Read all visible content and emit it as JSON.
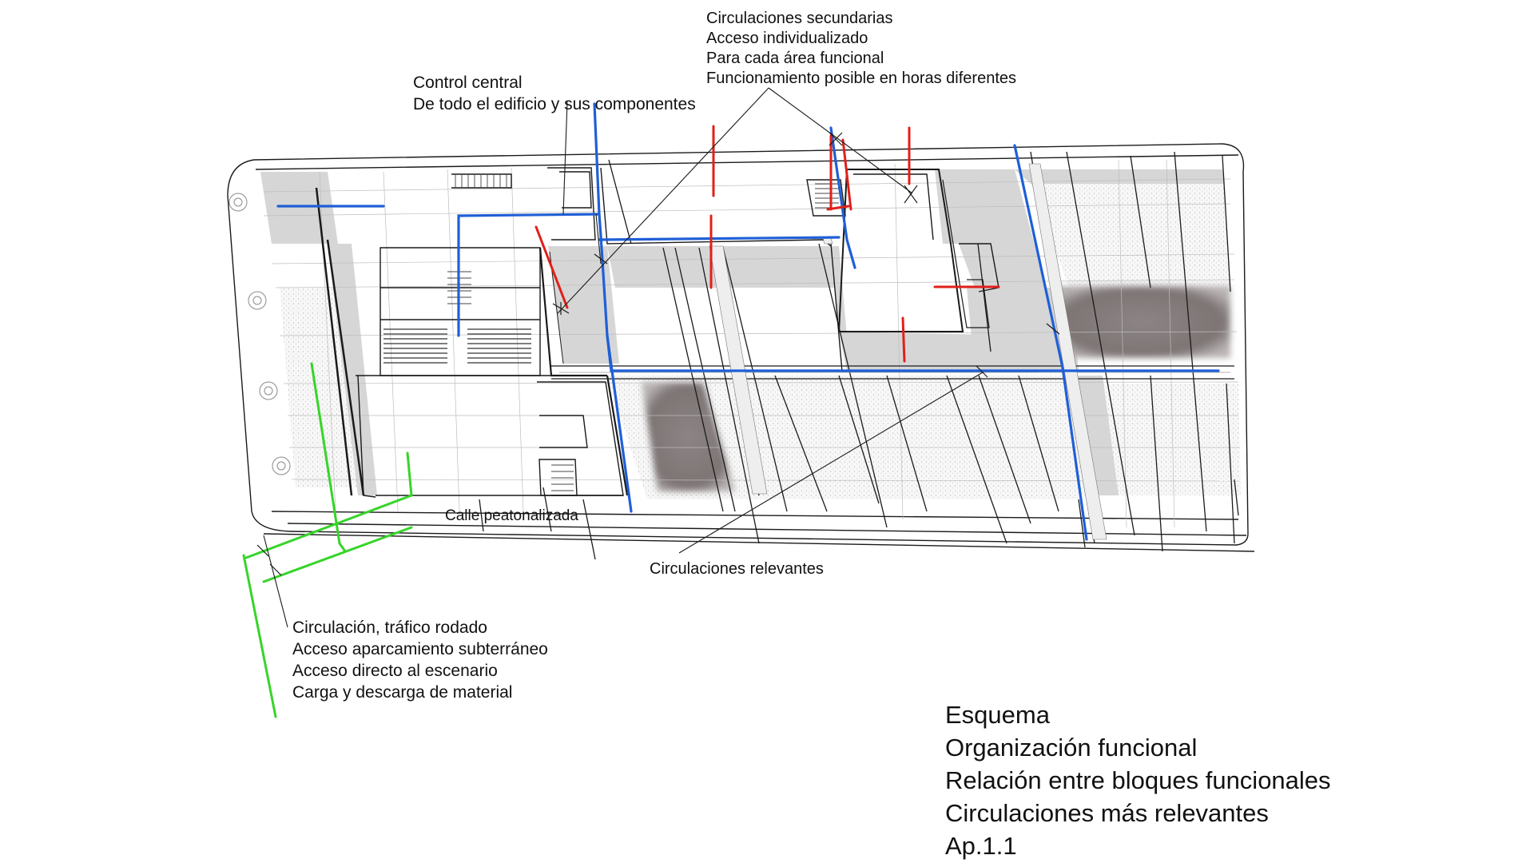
{
  "annotations": {
    "secondary_circulations": [
      "Circulaciones secundarias",
      "Acceso individualizado",
      "Para cada área funcional",
      "Funcionamiento posible en horas diferentes"
    ],
    "central_control": [
      "Control central",
      "De todo el edificio y sus componentes"
    ],
    "pedestrian_street": "Calle peatonalizada",
    "relevant_circulations": "Circulaciones relevantes",
    "road_traffic": [
      "Circulación, tráfico rodado",
      "Acceso aparcamiento subterráneo",
      "Acceso directo al escenario",
      "Carga y descarga de material"
    ]
  },
  "title_block": [
    "Esquema",
    "Organización funcional",
    "Relación entre bloques funcionales",
    "Circulaciones más relevantes",
    "Ap.1.1"
  ],
  "colors": {
    "main_circulation": "#1f5fd6",
    "secondary_access": "#e0201a",
    "vehicle_traffic": "#37d42a",
    "built_zone": "#d6d6d6",
    "dark_patch": "#8a8383",
    "lines": "#1a1a1a"
  },
  "icons": [
    "tree-icon"
  ]
}
